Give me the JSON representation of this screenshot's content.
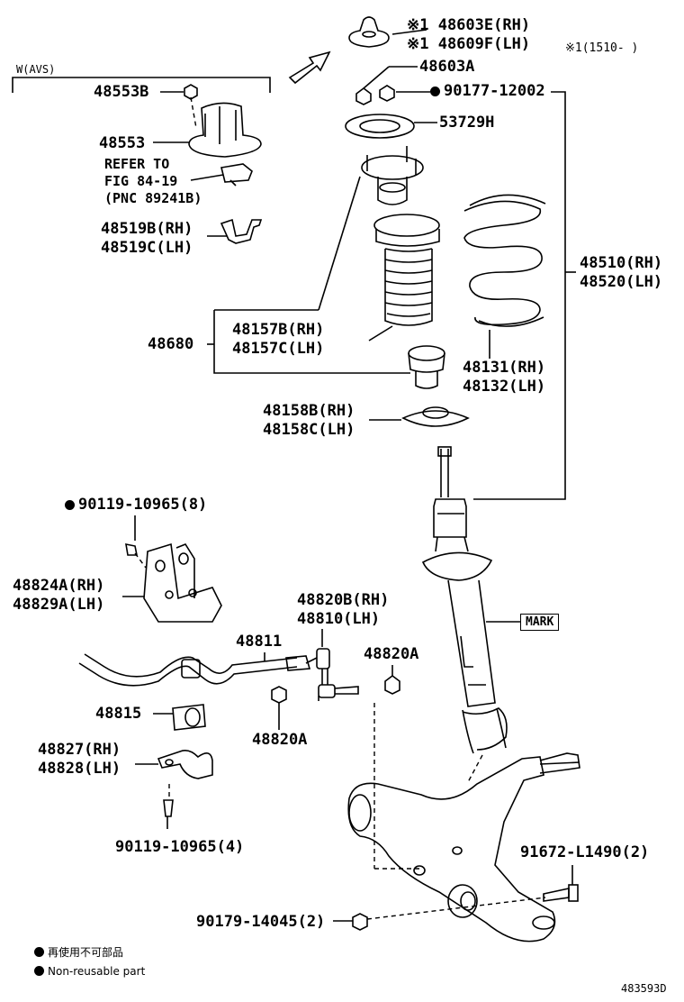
{
  "header": {
    "note_mark": "※1",
    "note_text": "(1510-    )",
    "avs_label": "W(AVS)"
  },
  "parts": {
    "p48603E": "※1 48603E(RH)",
    "p48609F": "※1 48609F(LH)",
    "p48603A": "48603A",
    "p90177": "90177-12002",
    "p53729H": "53729H",
    "p48553B": "48553B",
    "p48553": "48553",
    "refer_to": "REFER TO",
    "refer_fig": "FIG 84-19",
    "refer_pnc": "(PNC 89241B)",
    "p48519B": "48519B(RH)",
    "p48519C": "48519C(LH)",
    "p48510": "48510(RH)",
    "p48520": "48520(LH)",
    "p48680": "48680",
    "p48157B": "48157B(RH)",
    "p48157C": "48157C(LH)",
    "p48131": "48131(RH)",
    "p48132": "48132(LH)",
    "p48158B": "48158B(RH)",
    "p48158C": "48158C(LH)",
    "p90119_8": "90119-10965(8)",
    "p48824A": "48824A(RH)",
    "p48829A": "48829A(LH)",
    "p48820B": "48820B(RH)",
    "p48810": "48810(LH)",
    "mark": "MARK",
    "p48811": "48811",
    "p48820A_1": "48820A",
    "p48815": "48815",
    "p48820A_2": "48820A",
    "p48827": "48827(RH)",
    "p48828": "48828(LH)",
    "p90119_4": "90119-10965(4)",
    "p91672": "91672-L1490(2)",
    "p90179": "90179-14045(2)"
  },
  "legend": {
    "jp": "再使用不可部品",
    "en": "Non-reusable part"
  },
  "diagram_id": "483593D"
}
